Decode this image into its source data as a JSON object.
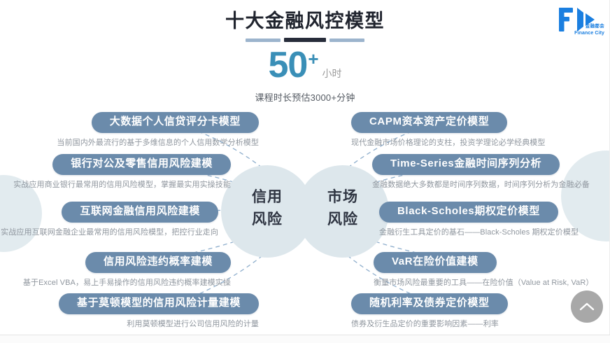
{
  "logo": {
    "mark": "fc-logo-mark",
    "cn_text": "金融都会",
    "en_text": "Finance City",
    "color": "#1b7fe0"
  },
  "header": {
    "title": "十大金融风控模型",
    "hours_number": "50",
    "hours_plus": "+",
    "hours_unit": "小时",
    "sub_note": "课程时长预估3000+分钟",
    "accent_color": "#3a8fb7",
    "divider_dark_color": "#272c3a",
    "divider_light_color": "#9cb4cd"
  },
  "venn": {
    "left_label": "信用\n风险",
    "left_label_line1": "信用",
    "left_label_line2": "风险",
    "right_label_line1": "市场",
    "right_label_line2": "风险",
    "circle_color": "#dde7ec"
  },
  "pill_color": "#6b8bab",
  "left_items": [
    {
      "title": "大数据个人信贷评分卡模型",
      "desc": "当前国内外最流行的基于多维信息的个人信用数学分析模型"
    },
    {
      "title": "银行对公及零售信用风险建模",
      "desc": "实战应用商业银行最常用的信用风险模型，掌握最实用实操技能"
    },
    {
      "title": "互联网金融信用风险建模",
      "desc": "实战应用互联网金融企业最常用的信用风险模型，把控行业走向"
    },
    {
      "title": "信用风险违约概率建模",
      "desc": "基于Excel VBA，易上手易操作的信用风险违约概率建模实操"
    },
    {
      "title": "基于莫顿模型的信用风险计量建模",
      "desc": "利用莫顿模型进行公司信用风险的计量"
    }
  ],
  "right_items": [
    {
      "title": "CAPM资本资产定价模型",
      "desc": "现代金融市场价格理论的支柱，投资学理论必学经典模型"
    },
    {
      "title": "Time-Series金融时间序列分析",
      "desc": "金融数据绝大多数都是时间序列数据，时间序列分析为金融必备"
    },
    {
      "title": "Black-Scholes期权定价模型",
      "desc": "金融衍生工具定价的基石——Black-Scholes 期权定价模型"
    },
    {
      "title": "VaR在险价值建模",
      "desc": "衡量市场风险最重要的工具——在险价值（Value at Risk, VaR）"
    },
    {
      "title": "随机利率及债券定价模型",
      "desc": "债券及衍生品定价的重要影响因素——利率"
    }
  ],
  "scroll_top": {
    "icon": "chevron-up-icon",
    "background": "#a8a8a8"
  }
}
